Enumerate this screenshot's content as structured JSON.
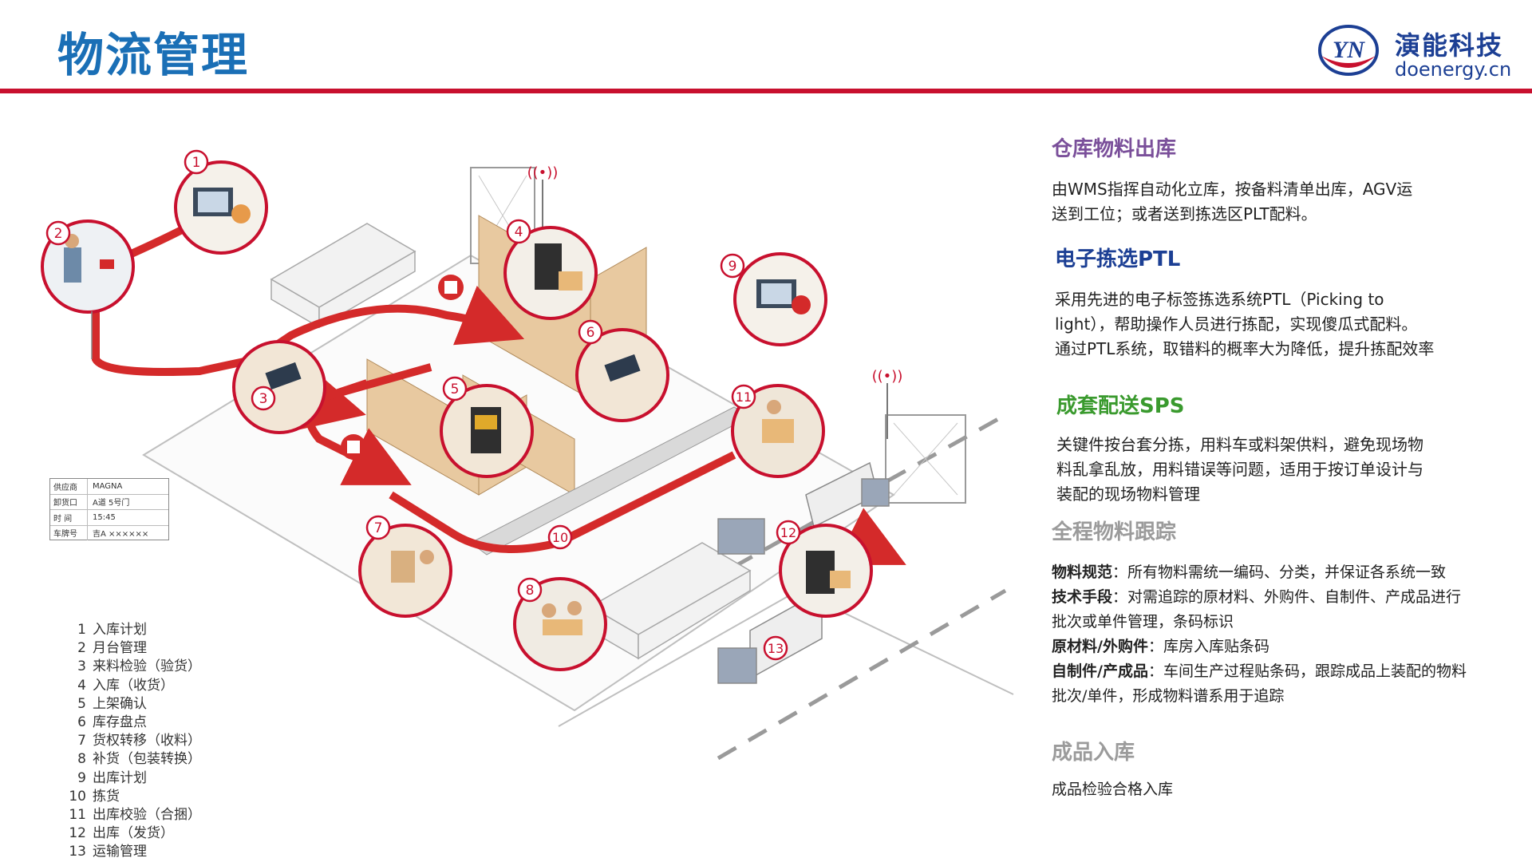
{
  "header": {
    "title": "物流管理",
    "logo_mark": "YN",
    "logo_cn": "演能科技",
    "logo_url": "doenergy.cn"
  },
  "colors": {
    "title": "#1a6fb6",
    "rule": "#c8102e",
    "logo": "#1c3f94",
    "flow_arrow": "#d42a2a",
    "heading_purple": "#7a4f9a",
    "heading_blue": "#1c3f94",
    "heading_green": "#3a9a2e",
    "heading_gray": "#9b9b9b"
  },
  "diagram": {
    "callout_numbers": [
      "1",
      "2",
      "3",
      "4",
      "5",
      "6",
      "7",
      "8",
      "9",
      "10",
      "11",
      "12",
      "13"
    ],
    "label_card": [
      {
        "k": "供应商",
        "v": "MAGNA"
      },
      {
        "k": "卸货口",
        "v": "A道 5号门"
      },
      {
        "k": "时  间",
        "v": "15:45"
      },
      {
        "k": "车牌号",
        "v": "吉A ××××××"
      }
    ],
    "legend": [
      {
        "num": "1",
        "text": "入库计划"
      },
      {
        "num": "2",
        "text": "月台管理"
      },
      {
        "num": "3",
        "text": "来料检验（验货）"
      },
      {
        "num": "4",
        "text": "入库（收货）"
      },
      {
        "num": "5",
        "text": "上架确认"
      },
      {
        "num": "6",
        "text": "库存盘点"
      },
      {
        "num": "7",
        "text": "货权转移（收料）"
      },
      {
        "num": "8",
        "text": "补货（包装转换）"
      },
      {
        "num": "9",
        "text": "出库计划"
      },
      {
        "num": "10",
        "text": "拣货"
      },
      {
        "num": "11",
        "text": "出库校验（合捆）"
      },
      {
        "num": "12",
        "text": "出库（发货）"
      },
      {
        "num": "13",
        "text": "运输管理"
      }
    ]
  },
  "panel": {
    "s1": {
      "heading": "仓库物料出库",
      "lines": [
        "由WMS指挥自动化立库，按备料清单出库，AGV运",
        "送到工位；或者送到拣选区PLT配料。"
      ]
    },
    "s2": {
      "heading": "电子拣选PTL",
      "lines": [
        "采用先进的电子标签拣选系统PTL（Picking to",
        "light），帮助操作人员进行拣配，实现傻瓜式配料。",
        "通过PTL系统，取错料的概率大为降低，提升拣配效率"
      ]
    },
    "s3": {
      "heading": "成套配送SPS",
      "lines": [
        "关键件按台套分拣，用料车或料架供料，避免现场物",
        "料乱拿乱放，用料错误等问题，适用于按订单设计与",
        "装配的现场物料管理"
      ]
    },
    "s4": {
      "heading": "全程物料跟踪",
      "rows": [
        {
          "k": "物料规范",
          "v": "：所有物料需统一编码、分类，并保证各系统一致"
        },
        {
          "k": "技术手段",
          "v": "：对需追踪的原材料、外购件、自制件、产成品进行"
        },
        {
          "k": "",
          "v": "批次或单件管理，条码标识"
        },
        {
          "k": "原材料/外购件",
          "v": "：库房入库贴条码"
        },
        {
          "k": "自制件/产成品",
          "v": "：车间生产过程贴条码，跟踪成品上装配的物料"
        },
        {
          "k": "",
          "v": "批次/单件，形成物料谱系用于追踪"
        }
      ]
    },
    "s5": {
      "heading": "成品入库",
      "lines": [
        "成品检验合格入库"
      ]
    }
  }
}
